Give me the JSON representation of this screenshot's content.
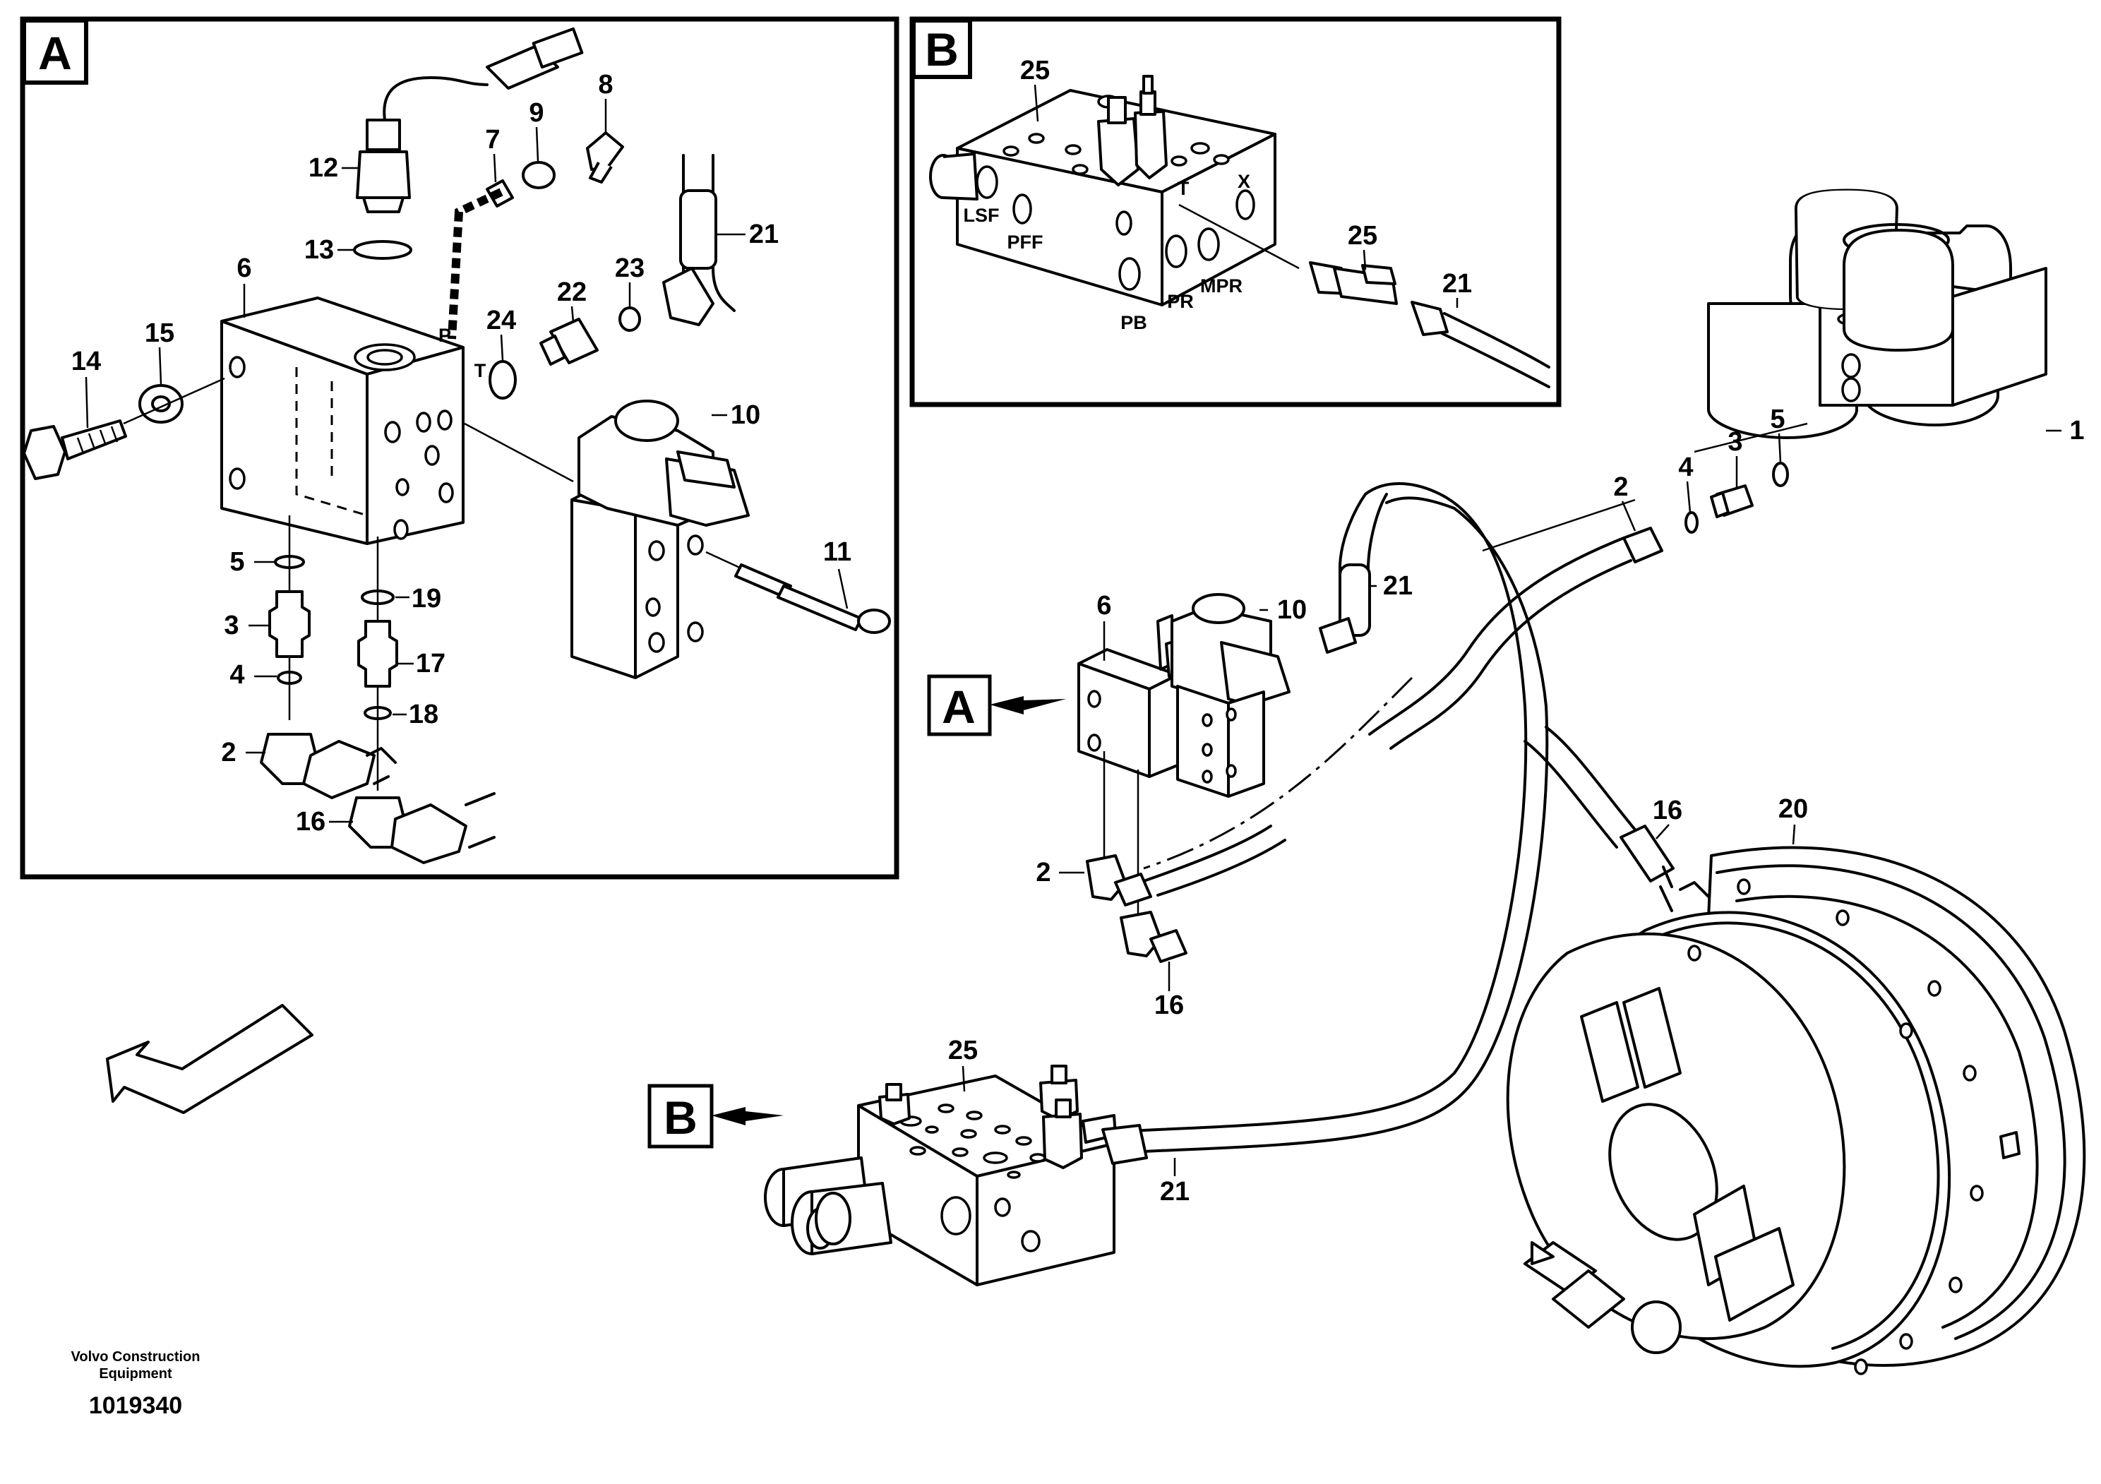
{
  "inset_a": {
    "label": "A",
    "callouts": [
      "8",
      "7",
      "9",
      "12",
      "21",
      "13",
      "23",
      "6",
      "22",
      "24",
      "15",
      "14",
      "10",
      "5",
      "11",
      "19",
      "3",
      "17",
      "4",
      "18",
      "2",
      "16"
    ],
    "ports": [
      "P",
      "T"
    ]
  },
  "inset_b": {
    "label": "B",
    "callouts": [
      "25",
      "25",
      "21"
    ],
    "ports": [
      "LSF",
      "PFF",
      "T",
      "X",
      "PB",
      "PR",
      "MPR"
    ]
  },
  "main": {
    "callouts": [
      "1",
      "2",
      "4",
      "3",
      "5",
      "21",
      "6",
      "10",
      "16",
      "20",
      "2",
      "16",
      "25",
      "21"
    ],
    "ref_a": "A",
    "ref_b": "B"
  },
  "footer": {
    "company_line1": "Volvo Construction",
    "company_line2": "Equipment",
    "document_number": "1019340"
  }
}
